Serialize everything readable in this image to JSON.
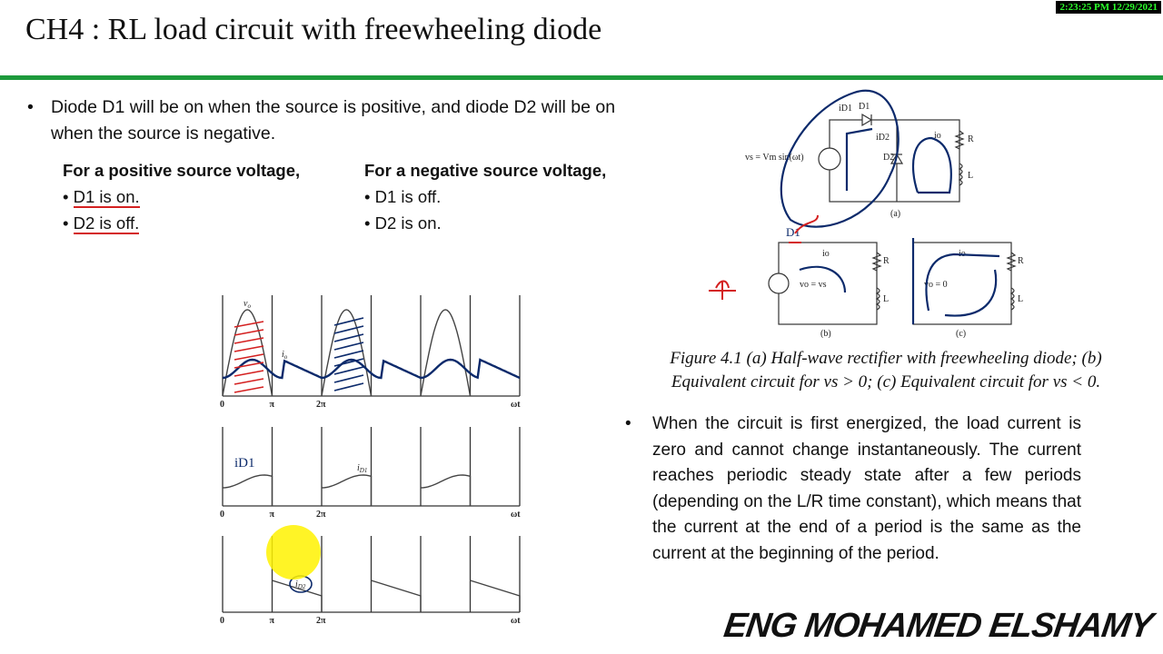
{
  "header": {
    "title": "CH4 : RL load circuit with freewheeling diode",
    "timestamp": "2:23:25 PM 12/29/2021"
  },
  "colors": {
    "rule": "#1e9a3c",
    "ink_red": "#d42020",
    "ink_blue": "#0c2a6b",
    "highlight": "#fff200"
  },
  "left": {
    "bullet": "Diode D1 will be on when the source is positive, and diode D2 will be on when the source is negative.",
    "positive": {
      "heading": "For a positive source voltage,",
      "items": [
        "D1 is on.",
        "D2 is off."
      ]
    },
    "negative": {
      "heading": "For a negative source voltage,",
      "items": [
        "D1 is off.",
        "D2 is on."
      ]
    }
  },
  "waveforms": {
    "ticks": [
      "0",
      "π",
      "2π",
      "ωt"
    ],
    "labels": {
      "vo": "v",
      "vo_sub": "o",
      "io": "i",
      "io_sub": "o",
      "iD1": "i",
      "iD1_sub": "D1",
      "iD2": "i",
      "iD2_sub": "D2",
      "hand_iD1": "iD1"
    }
  },
  "circuit": {
    "source": "vs = Vm sin(ωt)",
    "D1": "D1",
    "D2": "D2",
    "iD1": "iD1",
    "iD2": "iD2",
    "io": "io",
    "R": "R",
    "L": "L",
    "a": "(a)",
    "b": "(b)",
    "c": "(c)",
    "vo_vs": "vo = vs",
    "vo_0": "vo = 0",
    "hand_D1": "D1"
  },
  "figure_caption": [
    "Figure 4.1 (a) Half-wave rectifier with freewheeling diode; (b)",
    "Equivalent circuit for vs > 0; (c) Equivalent circuit for vs < 0."
  ],
  "right": {
    "bullet": "When the circuit is first energized, the load current is zero and cannot change instantaneously. The current reaches periodic steady state after a few periods (depending on the L/R time constant), which means that the current at the end of a period is the same as the current at the beginning of the period."
  },
  "signature": "ENG MOHAMED ELSHAMY"
}
